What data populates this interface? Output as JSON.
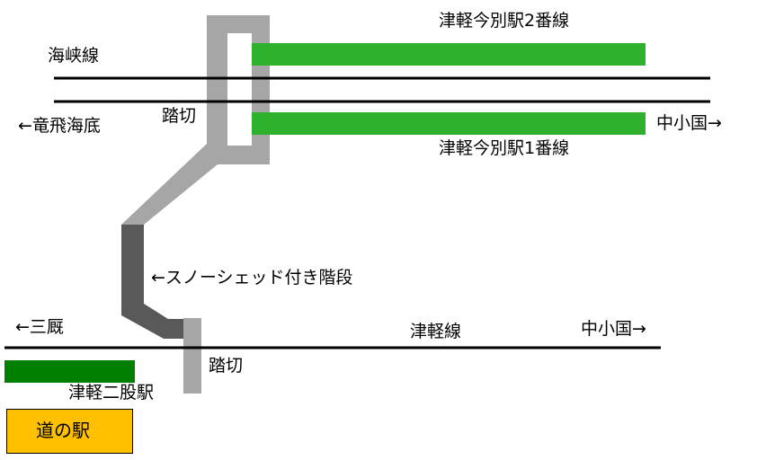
{
  "labels": {
    "kaikyo_line": "海峡線",
    "to_tappi": "←竜飛海底",
    "crossing_top": "踏切",
    "platform2": "津軽今別駅2番線",
    "platform1": "津軽今別駅1番線",
    "to_nakaoguni_top": "中小国→",
    "snowshed_stairs": "←スノーシェッド付き階段",
    "to_minmaya": "←三厩",
    "tsugaru_line": "津軽線",
    "to_nakaoguni_bottom": "中小国→",
    "crossing_bottom": "踏切",
    "futamata_station": "津軽二股駅",
    "michi_no_eki": "道の駅"
  },
  "colors": {
    "platform_green": "#2EB22E",
    "futamata_green": "#008000",
    "path_gray": "#A6A6A6",
    "stairs_gray": "#595959",
    "michi_orange": "#FFC000"
  }
}
